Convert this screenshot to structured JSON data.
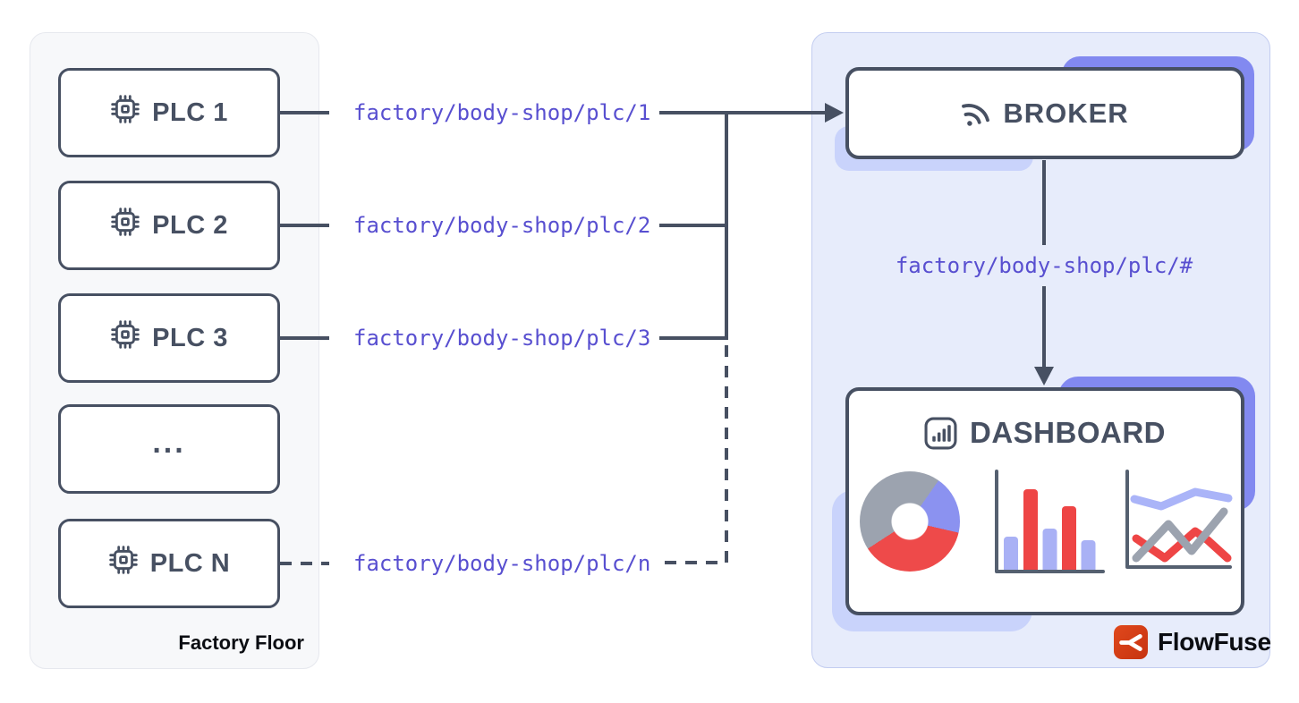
{
  "left_panel": {
    "label": "Factory Floor",
    "nodes": [
      {
        "label": "PLC 1",
        "icon": "cpu-icon"
      },
      {
        "label": "PLC 2",
        "icon": "cpu-icon"
      },
      {
        "label": "PLC 3",
        "icon": "cpu-icon"
      },
      {
        "label": "...",
        "icon": null
      },
      {
        "label": "PLC N",
        "icon": "cpu-icon"
      }
    ]
  },
  "topics": {
    "publish": [
      "factory/body-shop/plc/1",
      "factory/body-shop/plc/2",
      "factory/body-shop/plc/3",
      "factory/body-shop/plc/n"
    ],
    "subscribe": "factory/body-shop/plc/#"
  },
  "broker": {
    "label": "BROKER",
    "icon": "rss-icon"
  },
  "dashboard": {
    "label": "DASHBOARD",
    "icon": "bar-chart-icon",
    "charts": [
      {
        "type": "donut",
        "segments": [
          {
            "color": "indigo",
            "percent": 19
          },
          {
            "color": "red",
            "percent": 37
          },
          {
            "color": "gray",
            "percent": 44
          }
        ]
      },
      {
        "type": "bar",
        "relative_heights": [
          41,
          100,
          51,
          79,
          37
        ],
        "bar_colors": [
          "indigo",
          "red",
          "indigo",
          "red",
          "indigo"
        ]
      },
      {
        "type": "line",
        "series_colors": [
          "indigo",
          "gray",
          "red"
        ]
      }
    ]
  },
  "brand": {
    "name": "FlowFuse",
    "icon": "flowfuse-logo"
  },
  "colors": {
    "slate": "#475062",
    "topic_purple": "#584fd0",
    "accent_indigo": "#8289f0",
    "accent_lavender": "#c9d3fb",
    "panel_left_bg": "#f7f8fa",
    "panel_right_bg": "#e7ecfb",
    "chart_red": "#ee4a4a",
    "chart_gray": "#9ca3af",
    "chart_periwinkle": "#a9b1f5",
    "brand_red": "#d2410f"
  }
}
